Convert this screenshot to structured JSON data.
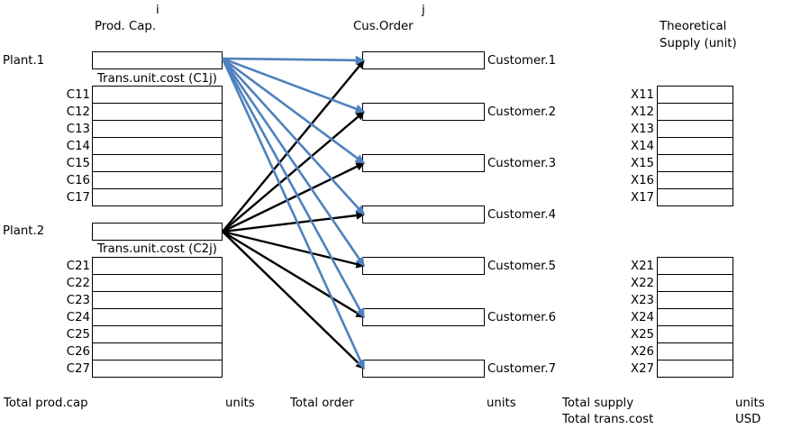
{
  "headers": {
    "i_mark": "i",
    "j_mark": "j",
    "prod_cap": "Prod. Cap.",
    "cus_order": "Cus.Order",
    "theoretical_line1": "Theoretical",
    "theoretical_line2": "Supply (unit)"
  },
  "plants": [
    {
      "name": "Plant.1",
      "cost_label": "Trans.unit.cost (C1j)",
      "costs": [
        "C11",
        "C12",
        "C13",
        "C14",
        "C15",
        "C16",
        "C17"
      ]
    },
    {
      "name": "Plant.2",
      "cost_label": "Trans.unit.cost (C2j)",
      "costs": [
        "C21",
        "C22",
        "C23",
        "C24",
        "C25",
        "C26",
        "C27"
      ]
    }
  ],
  "customers": [
    "Customer.1",
    "Customer.2",
    "Customer.3",
    "Customer.4",
    "Customer.5",
    "Customer.6",
    "Customer.7"
  ],
  "supply_x1": [
    "X11",
    "X12",
    "X13",
    "X14",
    "X15",
    "X16",
    "X17"
  ],
  "supply_x2": [
    "X21",
    "X22",
    "X23",
    "X24",
    "X25",
    "X26",
    "X27"
  ],
  "totals": {
    "total_prod_cap": "Total prod.cap",
    "units_1": "units",
    "total_order": "Total order",
    "units_2": "units",
    "total_supply": "Total supply",
    "units_3": "units",
    "total_trans_cost": "Total trans.cost",
    "usd": "USD"
  },
  "colors": {
    "plant1_arrow": "#4f81bd",
    "plant2_arrow": "#000000"
  }
}
